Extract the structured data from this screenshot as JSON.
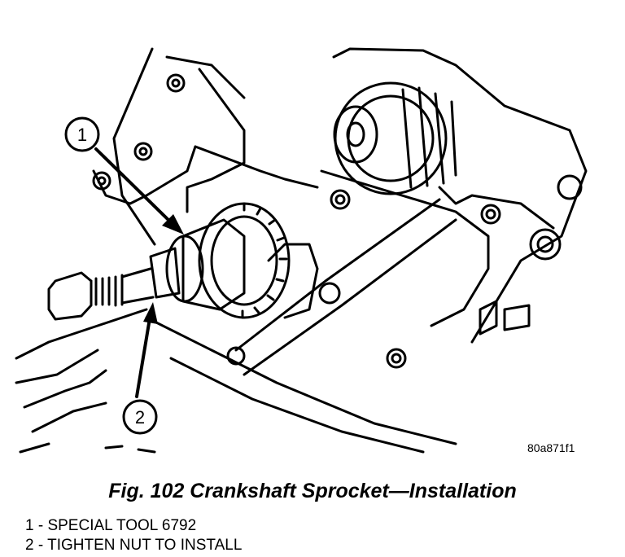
{
  "figure": {
    "reference_code": "80a871f1",
    "callouts": [
      {
        "number": "1"
      },
      {
        "number": "2"
      }
    ]
  },
  "caption": "Fig. 102 Crankshaft Sprocket—Installation",
  "legend": [
    "1 - SPECIAL TOOL 6792",
    "2 - TIGHTEN NUT TO INSTALL"
  ]
}
